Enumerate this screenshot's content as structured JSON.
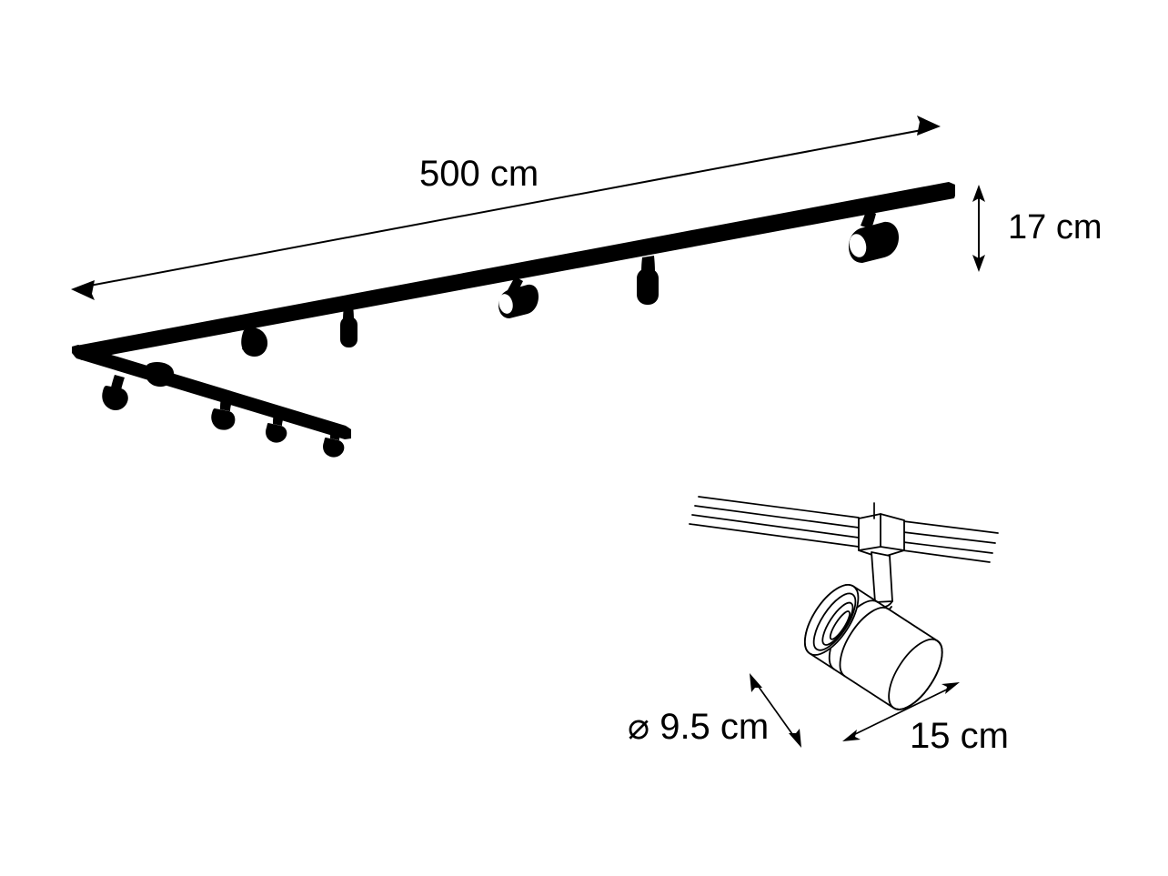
{
  "drawing": {
    "title": "Track lighting system dimension drawing",
    "background_color": "#ffffff",
    "line_color": "#000000",
    "dimensions": {
      "length": {
        "label": "500 cm",
        "value": 500,
        "unit": "cm",
        "applies_to": "main-track-length"
      },
      "height": {
        "label": "17 cm",
        "value": 17,
        "unit": "cm",
        "applies_to": "spot-drop-height"
      },
      "diameter": {
        "label": "⌀ 9.5 cm",
        "symbol": "⌀",
        "value": 9.5,
        "unit": "cm",
        "applies_to": "spot-head-diameter"
      },
      "depth": {
        "label": "15 cm",
        "value": 15,
        "unit": "cm",
        "applies_to": "spot-head-length"
      }
    },
    "main_track": {
      "name": "main-track-rail",
      "spot_count": 5,
      "spots": [
        {
          "name": "main-spot-1",
          "index": 1
        },
        {
          "name": "main-spot-2",
          "index": 2
        },
        {
          "name": "main-spot-3",
          "index": 3
        },
        {
          "name": "main-spot-4",
          "index": 4
        },
        {
          "name": "main-spot-5",
          "index": 5
        }
      ]
    },
    "branch_track": {
      "name": "branch-track-rail",
      "spot_count": 4,
      "spots": [
        {
          "name": "branch-spot-1",
          "index": 1
        },
        {
          "name": "branch-spot-2",
          "index": 2
        },
        {
          "name": "branch-spot-3",
          "index": 3
        },
        {
          "name": "branch-spot-4",
          "index": 4
        }
      ]
    },
    "detail_view": {
      "name": "spotlight-detail",
      "parts": [
        {
          "name": "track-rail-detail"
        },
        {
          "name": "track-adapter-connector"
        },
        {
          "name": "spot-arm-stem"
        },
        {
          "name": "spot-cylinder-head"
        },
        {
          "name": "spot-front-aperture"
        }
      ]
    }
  }
}
